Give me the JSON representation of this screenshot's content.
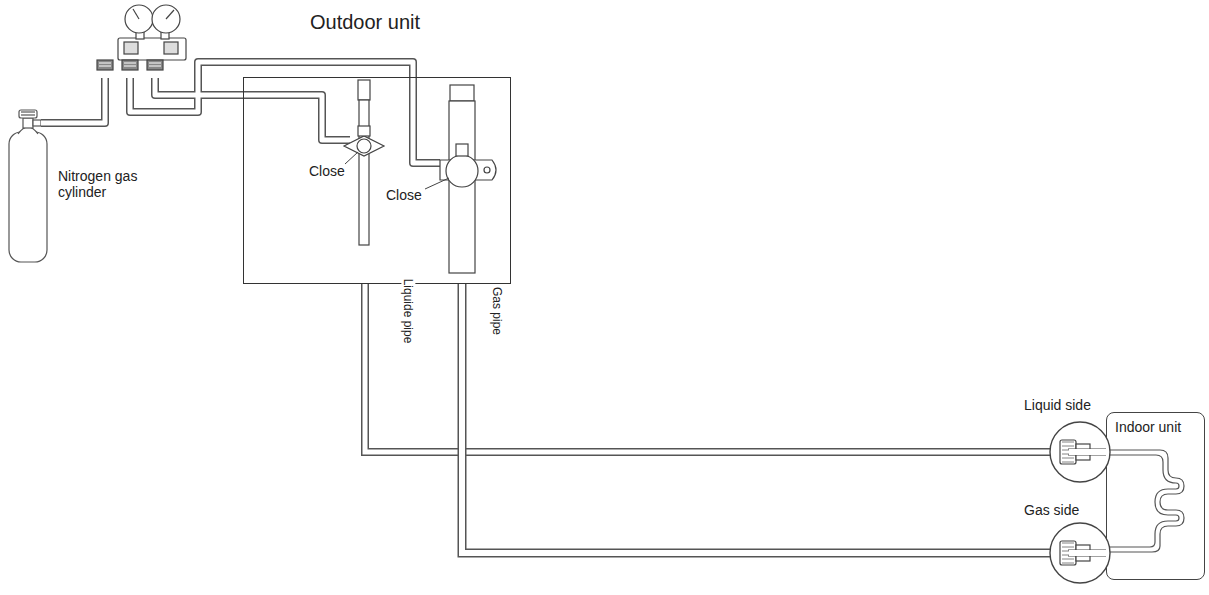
{
  "diagram": {
    "nodes": [
      {
        "text": [
          "Outdoor unit"
        ]
      },
      {
        "text": [
          "Indoor unit"
        ]
      },
      {
        "text": [
          "Liquid side"
        ]
      },
      {
        "text": [
          "Gas side"
        ]
      }
    ],
    "edges": [
      {
        "from": 0,
        "to": 2,
        "arrow": "none",
        "label": "Liquide pipe"
      },
      {
        "from": 0,
        "to": 3,
        "arrow": "none",
        "label": "Gas pipe"
      }
    ],
    "labels": [
      "Nitrogen gas cylinder",
      "Close",
      "Close"
    ]
  }
}
